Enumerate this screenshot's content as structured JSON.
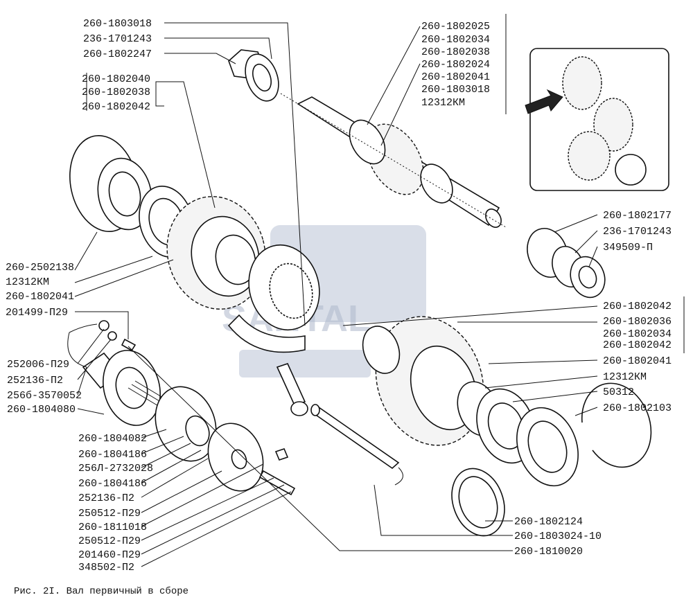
{
  "figure": {
    "caption": "Рис. 2I. Вал первичный в сборе",
    "watermark": "SAHTAL"
  },
  "labels": {
    "top_left": [
      "260-1803018",
      "236-1701243",
      "260-1802247"
    ],
    "left_group": [
      "260-1802040",
      "260-1802038",
      "260-1802042"
    ],
    "shaft_top": [
      "260-1802025",
      "260-1802034",
      "260-1802038",
      "260-1802024",
      "260-1802041",
      "260-1803018",
      "12312КМ"
    ],
    "right_small": [
      "260-1802177",
      "236-1701243",
      "349509-П"
    ],
    "left_mid": [
      "260-2502138",
      "12312КМ",
      "260-1802041",
      "201499-П29"
    ],
    "right_mid": [
      "260-1802042",
      "260-1802036",
      "260-1802034",
      "260-1802042",
      "260-1802041",
      "12312КМ",
      "50312",
      "260-1802103"
    ],
    "left_bottom": [
      "252006-П29",
      "252136-П2",
      "256б-3570052",
      "260-1804080",
      "260-1804082",
      "260-1804186",
      "256Л-2732028",
      "260-1804186",
      "252136-П2",
      "250512-П29",
      "260-1811018",
      "250512-П29",
      "201460-П29",
      "348502-П2"
    ],
    "bottom_right": [
      "260-1802124",
      "260-1803024-10",
      "260-1810020"
    ]
  },
  "colors": {
    "ink": "#111111",
    "watermark": "#b9c3d6"
  }
}
